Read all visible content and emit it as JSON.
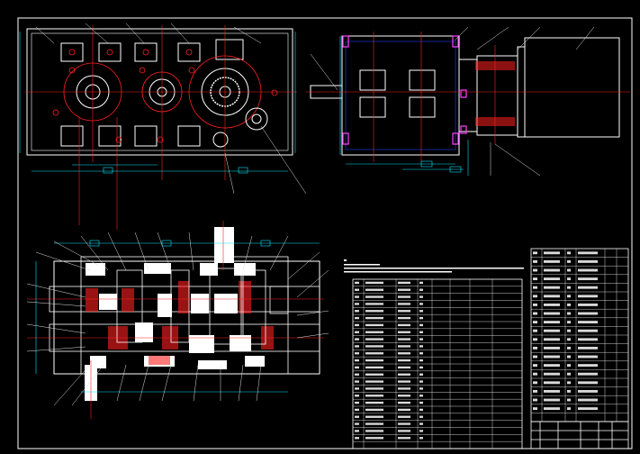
{
  "drawing": {
    "kind": "CAD gearbox assembly drawing",
    "background_color": "#000000",
    "line_colors": {
      "outline": "#ffffff",
      "centerline": "#ff2020",
      "dimension": "#00e5ff",
      "hidden": "#2040ff",
      "part_highlight": "#ff40ff",
      "callout": "#e0e0e0",
      "table_grid": "#ffffff"
    }
  },
  "views": {
    "front": "front-view",
    "side": "side-view",
    "section": "section-view"
  },
  "tables": {
    "parts_list_main_rows": 24,
    "parts_list_right_rows": 20
  }
}
